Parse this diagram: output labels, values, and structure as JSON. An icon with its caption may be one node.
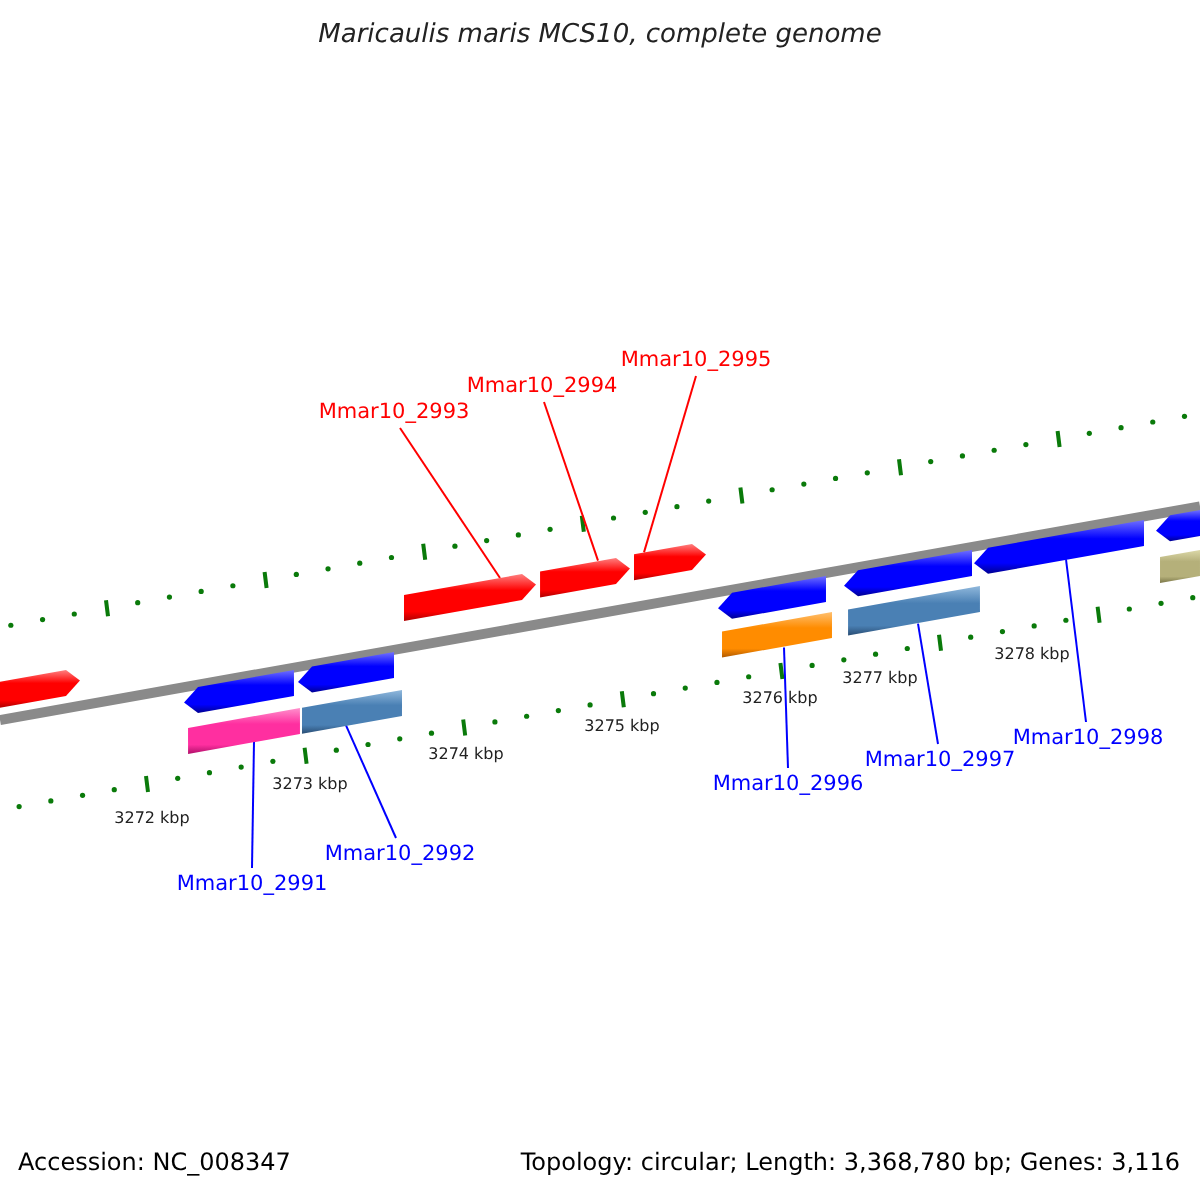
{
  "diagram": {
    "title": "Maricaulis maris MCS10, complete genome",
    "nodes": [
      {
        "text": [],
        "shape": "arrow"
      },
      {
        "text": [],
        "shape": "arrow"
      },
      {
        "text": [],
        "shape": "bar"
      },
      {
        "text": [],
        "shape": "arrow"
      },
      {
        "text": [],
        "shape": "bar"
      },
      {
        "text": [],
        "shape": "arrow"
      },
      {
        "text": [],
        "shape": "arrow"
      },
      {
        "text": [],
        "shape": "arrow"
      },
      {
        "text": [],
        "shape": "arrow"
      },
      {
        "text": [],
        "shape": "bar"
      },
      {
        "text": [],
        "shape": "arrow"
      },
      {
        "text": [],
        "shape": "bar"
      },
      {
        "text": [],
        "shape": "arrow"
      },
      {
        "text": [],
        "shape": "arrow"
      },
      {
        "text": [],
        "shape": "bar"
      },
      {
        "text": [
          "Mmar10_2993"
        ]
      },
      {
        "text": [
          "Mmar10_2994"
        ]
      },
      {
        "text": [
          "Mmar10_2995"
        ]
      },
      {
        "text": [
          "Mmar10_2991"
        ]
      },
      {
        "text": [
          "Mmar10_2992"
        ]
      },
      {
        "text": [
          "Mmar10_2996"
        ]
      },
      {
        "text": [
          "Mmar10_2997"
        ]
      },
      {
        "text": [
          "Mmar10_2998"
        ]
      }
    ],
    "edges": [
      {
        "from": 15,
        "to": 5,
        "arrow": "none",
        "color": "#ff0000"
      },
      {
        "from": 16,
        "to": 6,
        "arrow": "none",
        "color": "#ff0000"
      },
      {
        "from": 17,
        "to": 7,
        "arrow": "none",
        "color": "#ff0000"
      },
      {
        "from": 18,
        "to": 2,
        "arrow": "none"
      },
      {
        "from": 19,
        "to": 4,
        "arrow": "none"
      },
      {
        "from": 20,
        "to": 9,
        "arrow": "none"
      },
      {
        "from": 21,
        "to": 11,
        "arrow": "none"
      },
      {
        "from": 22,
        "to": 12,
        "arrow": "none"
      }
    ],
    "labels": [
      "3272 kbp",
      "3273 kbp",
      "3274 kbp",
      "3275 kbp",
      "3276 kbp",
      "3277 kbp",
      "3278 kbp",
      "Accession: NC_008347",
      "Topology: circular; Length: 3,368,780 bp; Genes: 3,116"
    ]
  }
}
